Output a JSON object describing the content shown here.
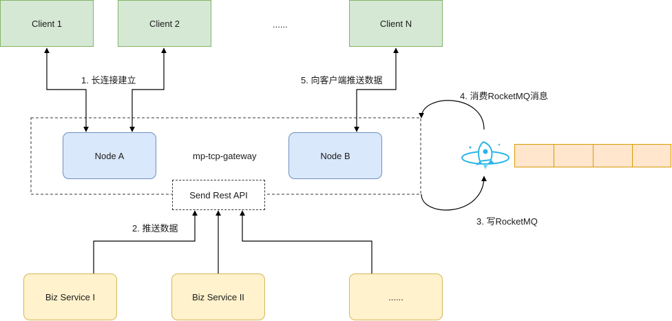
{
  "clients": [
    "Client 1",
    "Client 2",
    "Client N"
  ],
  "clients_ellipsis": "......",
  "nodes": [
    "Node A",
    "Node B"
  ],
  "gateway_label": "mp-tcp-gateway",
  "api_label": "Send Rest API",
  "services": [
    "Biz Service I",
    "Biz Service II",
    "......"
  ],
  "steps": {
    "s1": "1. 长连接建立",
    "s2": "2. 推送数据",
    "s3": "3. 写RocketMQ",
    "s4": "4. 消费RocketMQ消息",
    "s5": "5. 向客户端推送数据"
  },
  "icons": {
    "mq": "rocket-icon"
  },
  "colors": {
    "client_fill": "#d5e8d4",
    "client_stroke": "#82b366",
    "node_fill": "#dae8fc",
    "node_stroke": "#6c8ebf",
    "service_fill": "#fff2cc",
    "service_stroke": "#d6b656",
    "queue_fill": "#ffe6cc",
    "queue_stroke": "#d79b00",
    "rocket": "#29b6e8"
  }
}
